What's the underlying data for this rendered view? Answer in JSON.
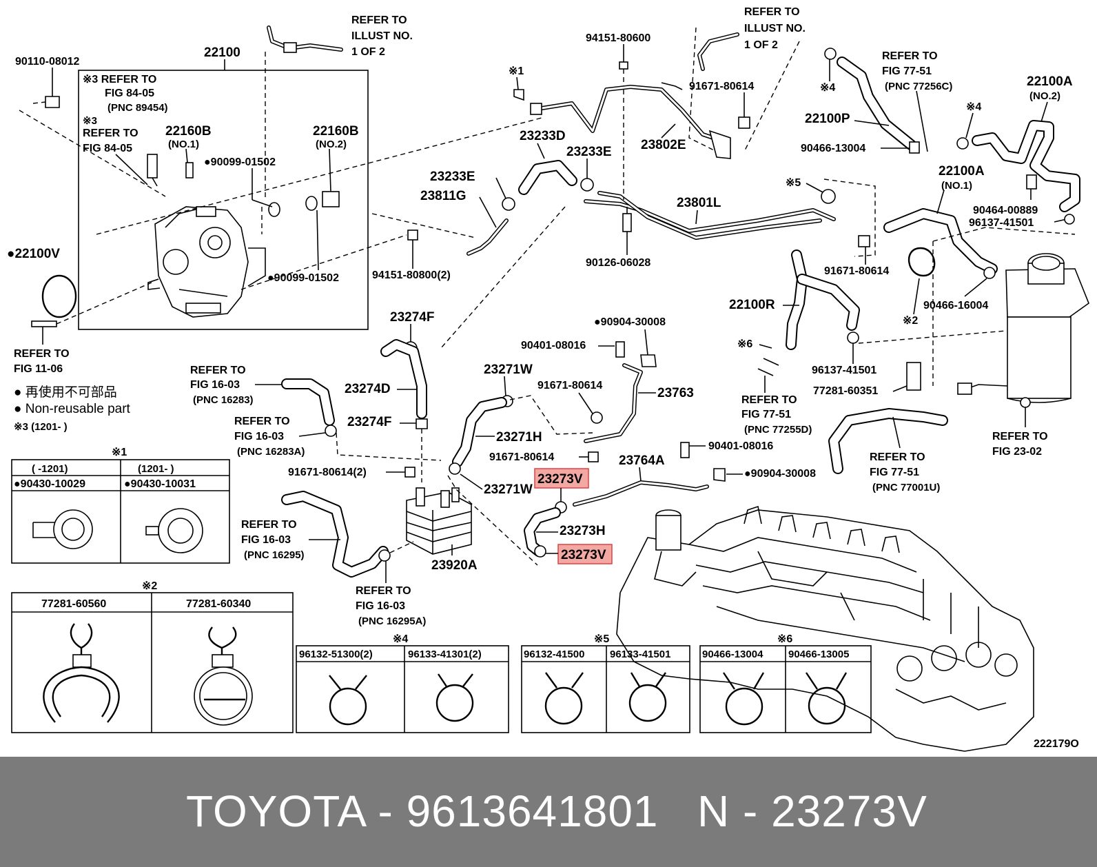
{
  "diagram": {
    "part_numbers": {
      "p22100": "22100",
      "p90110": "90110-08012",
      "p22160B_1": "22160B",
      "p22160B_1_sub": "(NO.1)",
      "p22160B_2": "22160B",
      "p22160B_2_sub": "(NO.2)",
      "p90099_a": "●90099-01502",
      "p90099_b": "●90099-01502",
      "p22100V": "●22100V",
      "p94151_80600": "94151-80600",
      "p94151_80800": "94151-80800(2)",
      "p23233D": "23233D",
      "p23233E_a": "23233E",
      "p23233E_b": "23233E",
      "p23811G": "23811G",
      "p23802E": "23802E",
      "p91671_a": "91671-80614",
      "p91671_b": "91671-80614",
      "p91671_c": "91671-80614",
      "p91671_d": "91671-80614",
      "p91671_e": "91671-80614(2)",
      "p23801L": "23801L",
      "p90126": "90126-06028",
      "p22100P": "22100P",
      "p90466_13004": "90466-13004",
      "p22100A_2": "22100A",
      "p22100A_2_sub": "(NO.2)",
      "p22100A_1": "22100A",
      "p22100A_1_sub": "(NO.1)",
      "p90464": "90464-00889",
      "p96137_a": "96137-41501",
      "p96137_b": "96137-41501",
      "p90466_16004": "90466-16004",
      "p22100R": "22100R",
      "p77281_60351": "77281-60351",
      "p23274F_a": "23274F",
      "p23274D": "23274D",
      "p23274F_b": "23274F",
      "p90904_a": "●90904-30008",
      "p90904_b": "●90904-30008",
      "p90401_a": "90401-08016",
      "p90401_b": "90401-08016",
      "p23763": "23763",
      "p23271W_a": "23271W",
      "p23271H": "23271H",
      "p23271W_b": "23271W",
      "p23764A": "23764A",
      "p23273V_a": "23273V",
      "p23273H": "23273H",
      "p23273V_b": "23273V",
      "p23920A": "23920A",
      "p222179O": "222179O"
    },
    "refer": {
      "r_illust_1": [
        "REFER TO",
        "ILLUST NO.",
        "1 OF 2"
      ],
      "r_illust_2": [
        "REFER TO",
        "ILLUST NO.",
        "1 OF 2"
      ],
      "r_84_05_a": [
        "※3 REFER TO",
        "FIG 84-05",
        "(PNC 89454)"
      ],
      "r_84_05_b": [
        "※3",
        "REFER TO",
        "FIG 84-05"
      ],
      "r_11_06": [
        "REFER TO",
        "FIG 11-06"
      ],
      "r_77_51_a": [
        "REFER TO",
        "FIG 77-51",
        "(PNC 77256C)"
      ],
      "r_77_51_b": [
        "REFER TO",
        "FIG 77-51",
        "(PNC 77255D)"
      ],
      "r_77_51_c": [
        "REFER TO",
        "FIG 77-51",
        "(PNC 77001U)"
      ],
      "r_23_02": [
        "REFER TO",
        "FIG 23-02"
      ],
      "r_16_03_a": [
        "REFER TO",
        "FIG 16-03",
        "(PNC 16283)"
      ],
      "r_16_03_b": [
        "REFER TO",
        "FIG 16-03",
        "(PNC 16283A)"
      ],
      "r_16_03_c": [
        "REFER TO",
        "FIG 16-03",
        "(PNC 16295)"
      ],
      "r_16_03_d": [
        "REFER TO",
        "FIG 16-03",
        "(PNC 16295A)"
      ]
    },
    "marks": {
      "m1": "※1",
      "m2": "※2",
      "m3": "※3",
      "m4a": "※4",
      "m4b": "※4",
      "m5": "※5",
      "m6": "※6"
    },
    "legend": {
      "jp": "● 再使用不可部品",
      "en": "● Non-reusable part",
      "note3": "※3 (1201-      )"
    },
    "table1": {
      "mark": "※1",
      "col1_range": "(      -1201)",
      "col2_range": "(1201-       )",
      "col1_part": "●90430-10029",
      "col2_part": "●90430-10031"
    },
    "table2": {
      "mark": "※2",
      "col1_part": "77281-60560",
      "col2_part": "77281-60340"
    },
    "table4": {
      "mark": "※4",
      "col1_part": "96132-51300(2)",
      "col2_part": "96133-41301(2)"
    },
    "table5": {
      "mark": "※5",
      "col1_part": "96132-41500",
      "col2_part": "96133-41501"
    },
    "table6": {
      "mark": "※6",
      "col1_part": "90466-13004",
      "col2_part": "90466-13005"
    },
    "highlight_color": "#f2a8a3"
  },
  "footer": {
    "brand_part": "TOYOTA - 9613641801",
    "ref_part": "N - 23273V",
    "background": "#7b7b7b"
  }
}
